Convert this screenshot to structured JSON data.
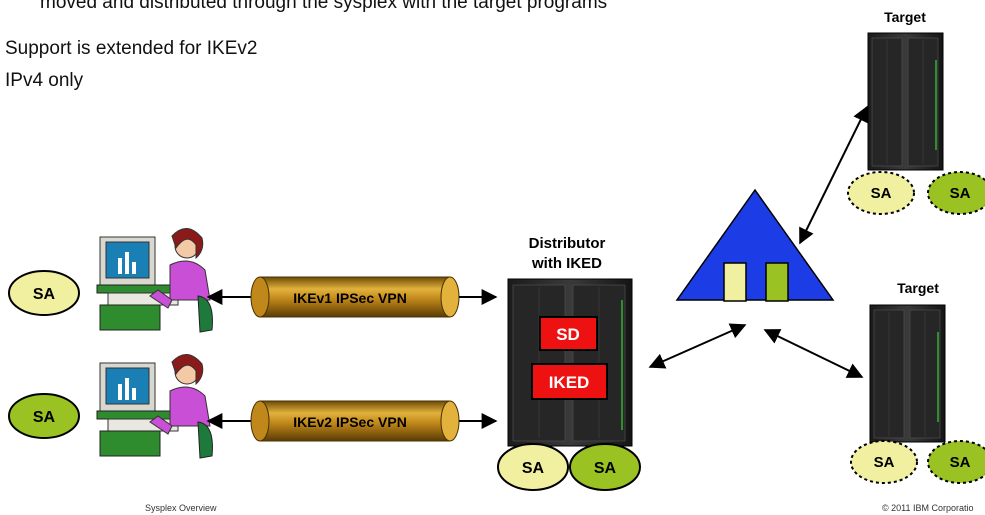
{
  "bullets": {
    "cut_line": "moved and distributed through the sysplex with the target programs",
    "b1": "Support is extended for IKEv2",
    "b2": "IPv4 only"
  },
  "targets": {
    "top_label": "Target",
    "bottom_label": "Target",
    "sa_left": "SA",
    "sa_right": "SA"
  },
  "distributor": {
    "label_line1": "Distributor",
    "label_line2": "with IKED",
    "sd_label": "SD",
    "iked_label": "IKED",
    "sa_left": "SA",
    "sa_right": "SA"
  },
  "clients": {
    "client1_sa": "SA",
    "client2_sa": "SA",
    "vpn1_label": "IKEv1 IPSec VPN",
    "vpn2_label": "IKEv2 IPSec VPN"
  },
  "footer": {
    "left": "Sysplex Overview",
    "right": "© 2011 IBM Corporatio"
  },
  "colors": {
    "sa_light": "#f1f0a0",
    "sa_green": "#99c222",
    "triangle": "#1c3ce6",
    "box_red": "#ee1111",
    "pipe": "#b27c12"
  }
}
